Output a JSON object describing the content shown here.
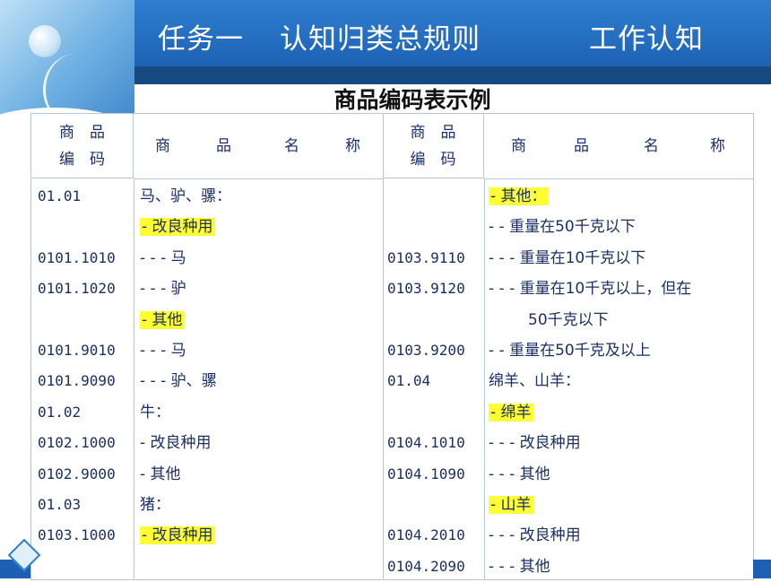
{
  "title": {
    "part1": "任务一",
    "part2": "认知归类总规则",
    "part3": "工作认知"
  },
  "subtitle": "商品编码表示例",
  "table": {
    "header": {
      "code": [
        "商　品",
        "编　码"
      ],
      "name": [
        "商",
        "品",
        "名",
        "称"
      ]
    },
    "left_rows": [
      {
        "code": "01.01",
        "name": "马、驴、骡：",
        "highlight": false
      },
      {
        "code": "",
        "name": "- 改良种用",
        "highlight": true
      },
      {
        "code": "0101.1010",
        "name": "- - - 马",
        "highlight": false
      },
      {
        "code": "0101.1020",
        "name": "- - - 驴",
        "highlight": false
      },
      {
        "code": "",
        "name": "- 其他",
        "highlight": true
      },
      {
        "code": "0101.9010",
        "name": "- - - 马",
        "highlight": false
      },
      {
        "code": "0101.9090",
        "name": "- - - 驴、骡",
        "highlight": false
      },
      {
        "code": "01.02",
        "name": "牛：",
        "highlight": false
      },
      {
        "code": "0102.1000",
        "name": "- 改良种用",
        "highlight": false
      },
      {
        "code": "0102.9000",
        "name": "- 其他",
        "highlight": false
      },
      {
        "code": "01.03",
        "name": "猪：",
        "highlight": false
      },
      {
        "code": "0103.1000",
        "name": "- 改良种用",
        "highlight": true
      },
      {
        "code": "",
        "name": "",
        "highlight": false
      }
    ],
    "right_rows": [
      {
        "code": "",
        "name": "- 其他：",
        "highlight": true
      },
      {
        "code": "",
        "name": "- - 重量在50千克以下",
        "highlight": false
      },
      {
        "code": "0103.9110",
        "name": "- - - 重量在10千克以下",
        "highlight": false
      },
      {
        "code": "0103.9120",
        "name": "- - -  重量在10千克以上，但在",
        "highlight": false
      },
      {
        "code": "",
        "name": "50千克以下",
        "highlight": false,
        "indent": true
      },
      {
        "code": "0103.9200",
        "name": "- - 重量在50千克及以上",
        "highlight": false
      },
      {
        "code": "01.04",
        "name": "绵羊、山羊：",
        "highlight": false
      },
      {
        "code": "",
        "name": "- 绵羊",
        "highlight": true
      },
      {
        "code": "0104.1010",
        "name": "- - - 改良种用",
        "highlight": false
      },
      {
        "code": "0104.1090",
        "name": "- - - 其他",
        "highlight": false
      },
      {
        "code": "",
        "name": "- 山羊",
        "highlight": true
      },
      {
        "code": "0104.2010",
        "name": "- - - 改良种用",
        "highlight": false
      },
      {
        "code": "0104.2090",
        "name": "- - - 其他",
        "highlight": false
      }
    ]
  },
  "colors": {
    "header_blue": "#1c5fb3",
    "highlight": "#ffff33",
    "text": "#1a2f66"
  }
}
